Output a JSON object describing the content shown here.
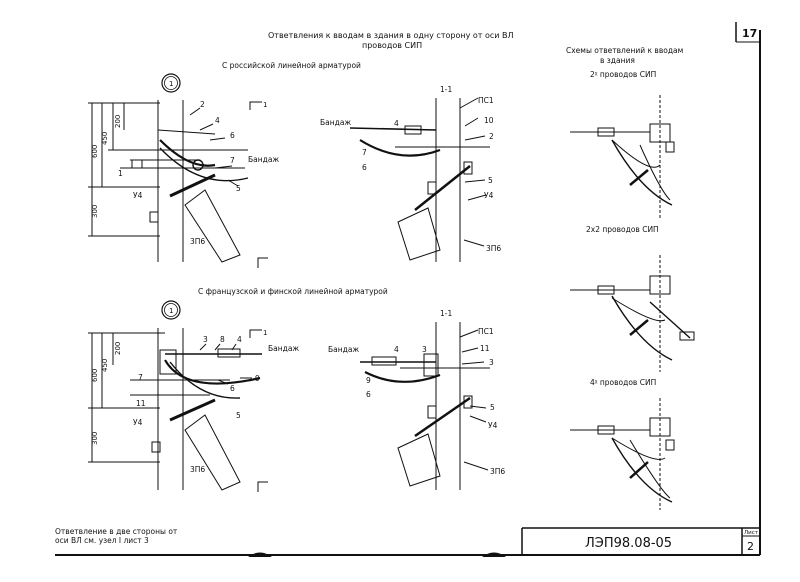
{
  "page_number": "17",
  "title_line1": "Ответвления к вводам в здания в одну сторону от оси ВЛ",
  "title_line2": "проводов СИП",
  "section_russian": "С российской линейной арматурой",
  "section_french": "С французской и финской линейной арматурой",
  "node_number": "1",
  "section_mark": "1-1",
  "cut_mark": "1",
  "schemes_title_line1": "Схемы ответвлений к вводам",
  "schemes_title_line2": "в здания",
  "scheme_labels": [
    "2ᵡ  проводов СИП",
    "2х2 проводов СИП",
    "4ᵡ  проводов СИП"
  ],
  "dim_450": "450",
  "dim_200": "200",
  "dim_600": "600",
  "dim_300": "300",
  "label_bandage": "Бандаж",
  "label_pc1": "ПС1",
  "label_u4": "У4",
  "label_zp6": "3П6",
  "callouts": {
    "n1": "1",
    "n2": "2",
    "n3": "3",
    "n4": "4",
    "n5": "5",
    "n6": "6",
    "n7": "7",
    "n8": "8",
    "n9": "9",
    "n10": "10",
    "n11": "11"
  },
  "footnote_line1": "Ответвление в две стороны от",
  "footnote_line2": "оси ВЛ см. узел I лист 3",
  "stamp_code": "ЛЭП98.08-05",
  "stamp_sheet_label": "Лист",
  "stamp_sheet_number": "2"
}
